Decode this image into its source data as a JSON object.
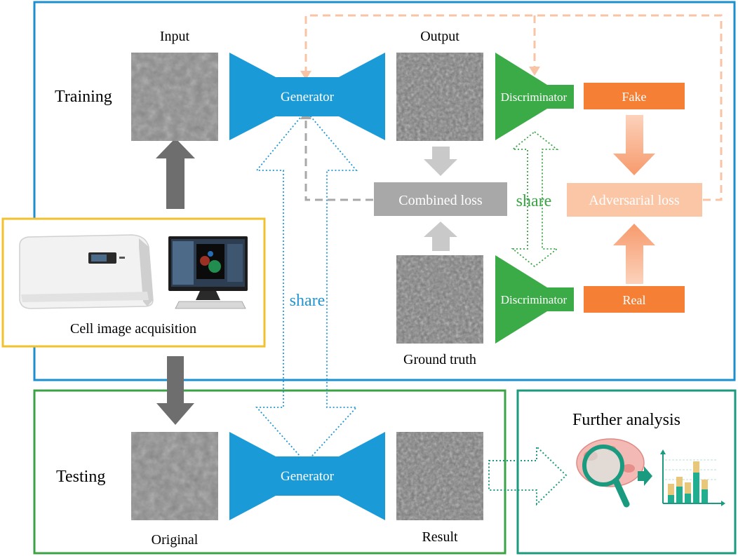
{
  "labels": {
    "training": "Training",
    "testing": "Testing",
    "input": "Input",
    "output": "Output",
    "ground_truth": "Ground truth",
    "original": "Original",
    "result": "Result",
    "generator_train": "Generator",
    "generator_test": "Generator",
    "discriminator_top": "Discriminator",
    "discriminator_bottom": "Discriminator",
    "fake": "Fake",
    "real": "Real",
    "combined_loss": "Combined loss",
    "adversarial_loss": "Adversarial loss",
    "share_generator": "share",
    "share_discriminator": "share",
    "cell_image_acquisition": "Cell image acquisition",
    "further_analysis": "Further analysis"
  },
  "colors": {
    "training_border": "#1b8fcf",
    "acquisition_border": "#f2c12e",
    "testing_border": "#3aa445",
    "analysis_border": "#1a9a7e",
    "generator": "#1a9ad6",
    "discriminator": "#3aab47",
    "fake_real_box": "#f47f35",
    "adversarial_loss_box": "#fbc6a6",
    "combined_loss_box": "#a8a8a8",
    "dark_arrow": "#6e6e6e",
    "light_arrow": "#c9c9c9",
    "orange_arrow": "#f9a27a",
    "share_blue": "#2196d3",
    "share_green": "#3aa445",
    "analysis_teal": "#1a9a7e"
  }
}
